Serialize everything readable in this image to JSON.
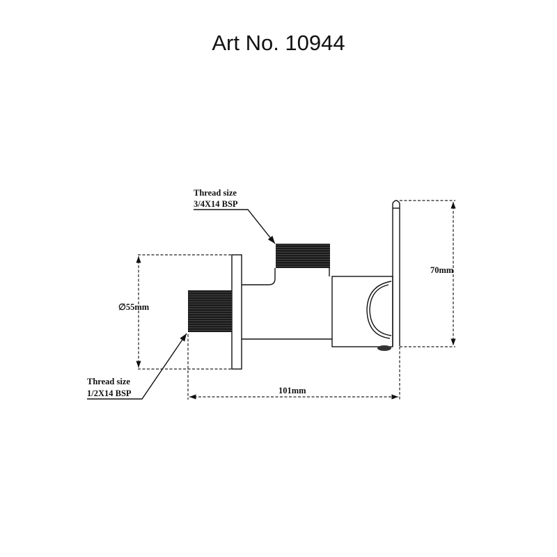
{
  "title": "Art No. 10944",
  "labels": {
    "top_thread_line1": "Thread size",
    "top_thread_line2": "3/4X14 BSP",
    "bottom_thread_line1": "Thread size",
    "bottom_thread_line2": "1/2X14 BSP",
    "diameter": "∅55mm",
    "height": "70mm",
    "length": "101mm"
  }
}
